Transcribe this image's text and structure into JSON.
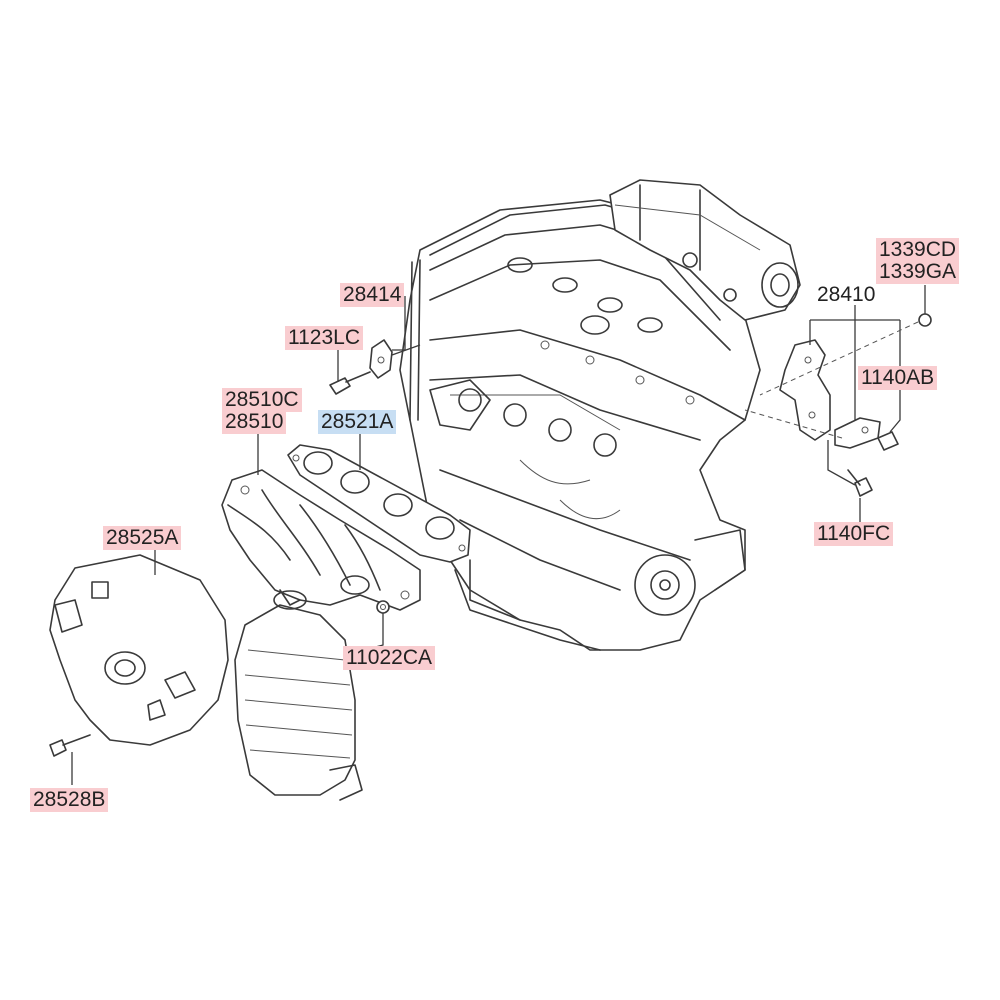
{
  "labels": {
    "p28414": "28414",
    "p1123LC": "1123LC",
    "p28510C": "28510C",
    "p28510": "28510",
    "p28521A": "28521A",
    "p28525A": "28525A",
    "p11022CA": "11022CA",
    "p28528B": "28528B",
    "p1339CD": "1339CD",
    "p1339GA": "1339GA",
    "p28410": "28410",
    "p1140AB": "1140AB",
    "p1140FC": "1140FC"
  },
  "colors": {
    "highlight_red": "#f9cdd0",
    "highlight_blue": "#c7def3",
    "line": "#3a3a3a"
  }
}
